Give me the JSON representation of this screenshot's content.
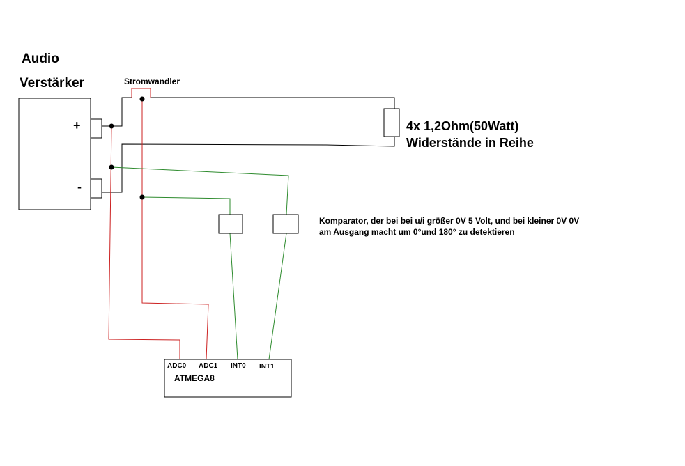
{
  "amplifier": {
    "line1": "Audio",
    "line2": "Verstärker",
    "plus": "+",
    "minus": "-"
  },
  "current_transformer": {
    "label": "Stromwandler"
  },
  "resistors": {
    "line1": "4x 1,2Ohm(50Watt)",
    "line2": "Widerstände in Reihe"
  },
  "comparator": {
    "line1": "Komparator, der bei bei u/i größer 0V 5 Volt, und bei kleiner 0V 0V",
    "line2": "am Ausgang macht um 0°und 180° zu detektieren"
  },
  "mcu": {
    "name": "ATMEGA8",
    "pins": [
      "ADC0",
      "ADC1",
      "INT0",
      "INT1"
    ]
  },
  "colors": {
    "wire": "#000000",
    "red_wire": "#cc2222",
    "green_wire": "#2e8b2e"
  }
}
